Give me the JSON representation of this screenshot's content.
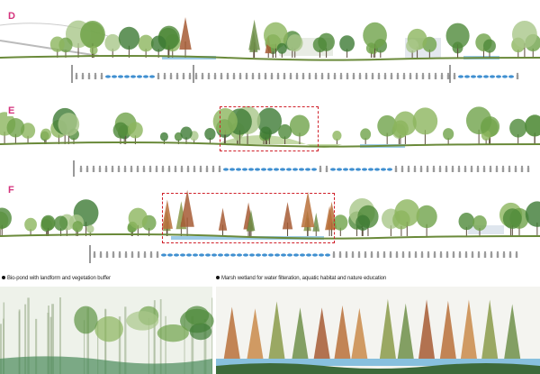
{
  "sections": [
    {
      "label": "D"
    },
    {
      "label": "E"
    },
    {
      "label": "F"
    }
  ],
  "captions": [
    {
      "text": "Bio-pond with landform and vegetation buffer"
    },
    {
      "text": "Marsh wetland for water filteration, aquatic habitat and nature education"
    }
  ],
  "colors": {
    "label": "#d4327c",
    "highlight": "#d0202a",
    "water": "#5aa9d6",
    "icon_blue": "#3f8fd0",
    "icon_gray": "#9a9a9a"
  }
}
